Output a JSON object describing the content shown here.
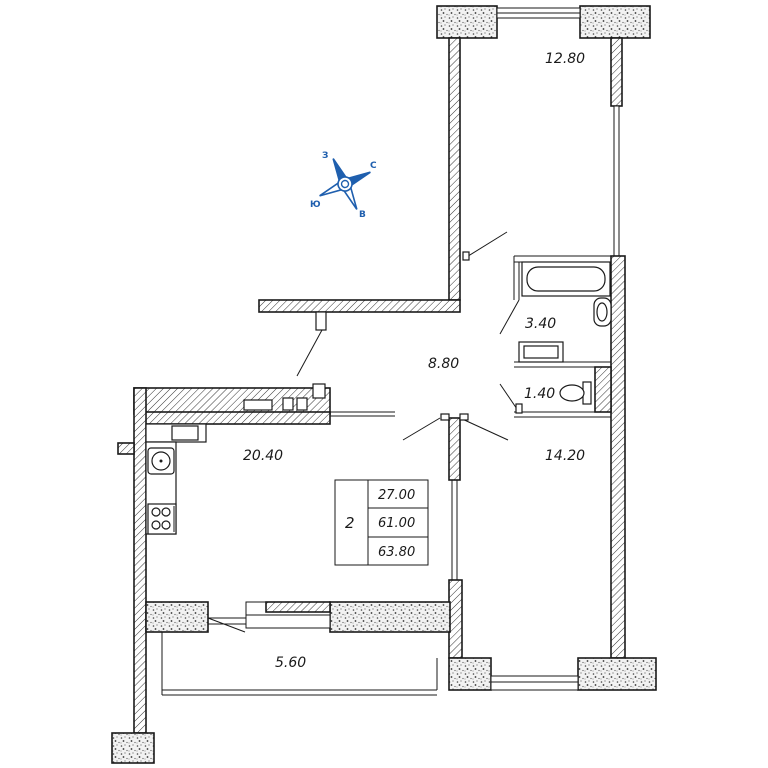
{
  "rooms": {
    "bedroom_top": "12.80",
    "bathroom": "3.40",
    "hallway": "8.80",
    "toilet": "1.40",
    "kitchen_living": "20.40",
    "bedroom_right": "14.20",
    "balcony": "5.60"
  },
  "summary": {
    "room_count": "2",
    "living_area": "27.00",
    "total_area": "61.00",
    "total_area_with_balcony": "63.80"
  },
  "compass": {
    "north": "С",
    "south": "Ю",
    "east": "В",
    "west": "З",
    "color": "#1f5fae"
  }
}
